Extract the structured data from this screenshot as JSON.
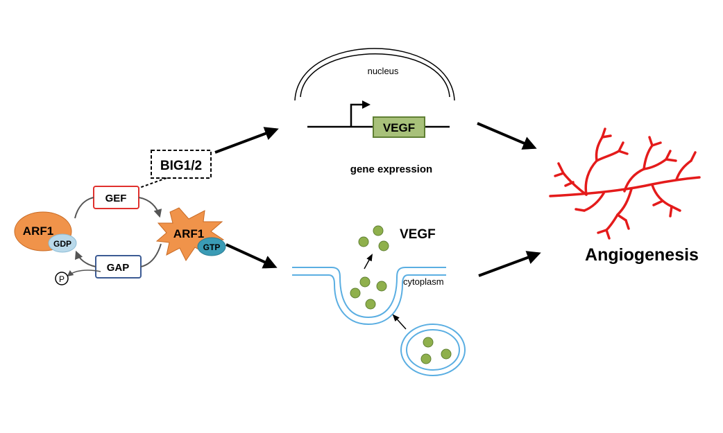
{
  "labels": {
    "nucleus": "nucleus",
    "vegf_gene": "VEGF",
    "gene_expression": "gene expression",
    "big": "BIG1/2",
    "gef": "GEF",
    "gap": "GAP",
    "arf1_gdp": "ARF1",
    "gdp": "GDP",
    "arf1_gtp": "ARF1",
    "gtp": "GTP",
    "phosphate": "P",
    "vegf_secreted": "VEGF",
    "cytoplasm": "cytoplasm",
    "angiogenesis": "Angiogenesis"
  },
  "colors": {
    "arf1": "#f0934a",
    "gdp": "#b9d9ea",
    "gtp": "#3a9bb5",
    "gef_border": "#e0302d",
    "gap_border": "#3b5a93",
    "vegf_box_fill": "#a8c17a",
    "vegf_box_border": "#5f7f33",
    "vesicle_dot": "#8fb04c",
    "membrane": "#5aaee2",
    "vessel": "#e41b1b"
  }
}
